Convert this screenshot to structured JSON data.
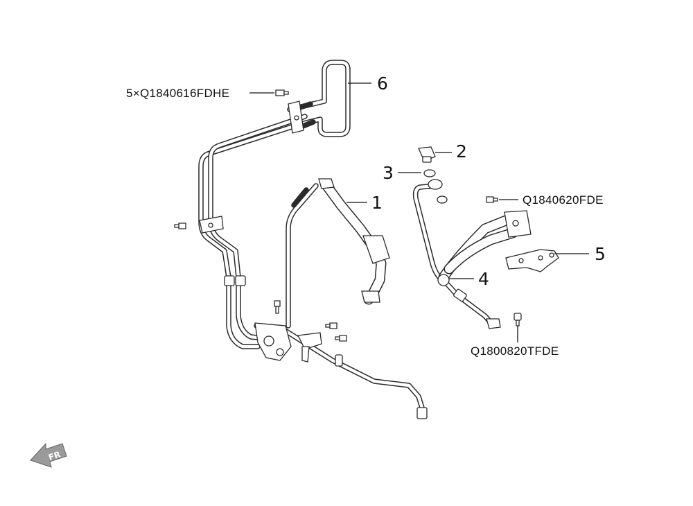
{
  "callouts": {
    "c1": "1",
    "c2": "2",
    "c3": "3",
    "c4": "4",
    "c5": "5",
    "c6": "6"
  },
  "part_numbers": {
    "bolt_top_left": "5×Q1840616FDHE",
    "bolt_right": "Q1840620FDE",
    "bolt_bottom_right": "Q1800820TFDE"
  },
  "orientation": {
    "label": "FR"
  },
  "colors": {
    "line": "#2a2a2a",
    "background": "#ffffff",
    "arrow_fill": "#9a9a9a"
  }
}
